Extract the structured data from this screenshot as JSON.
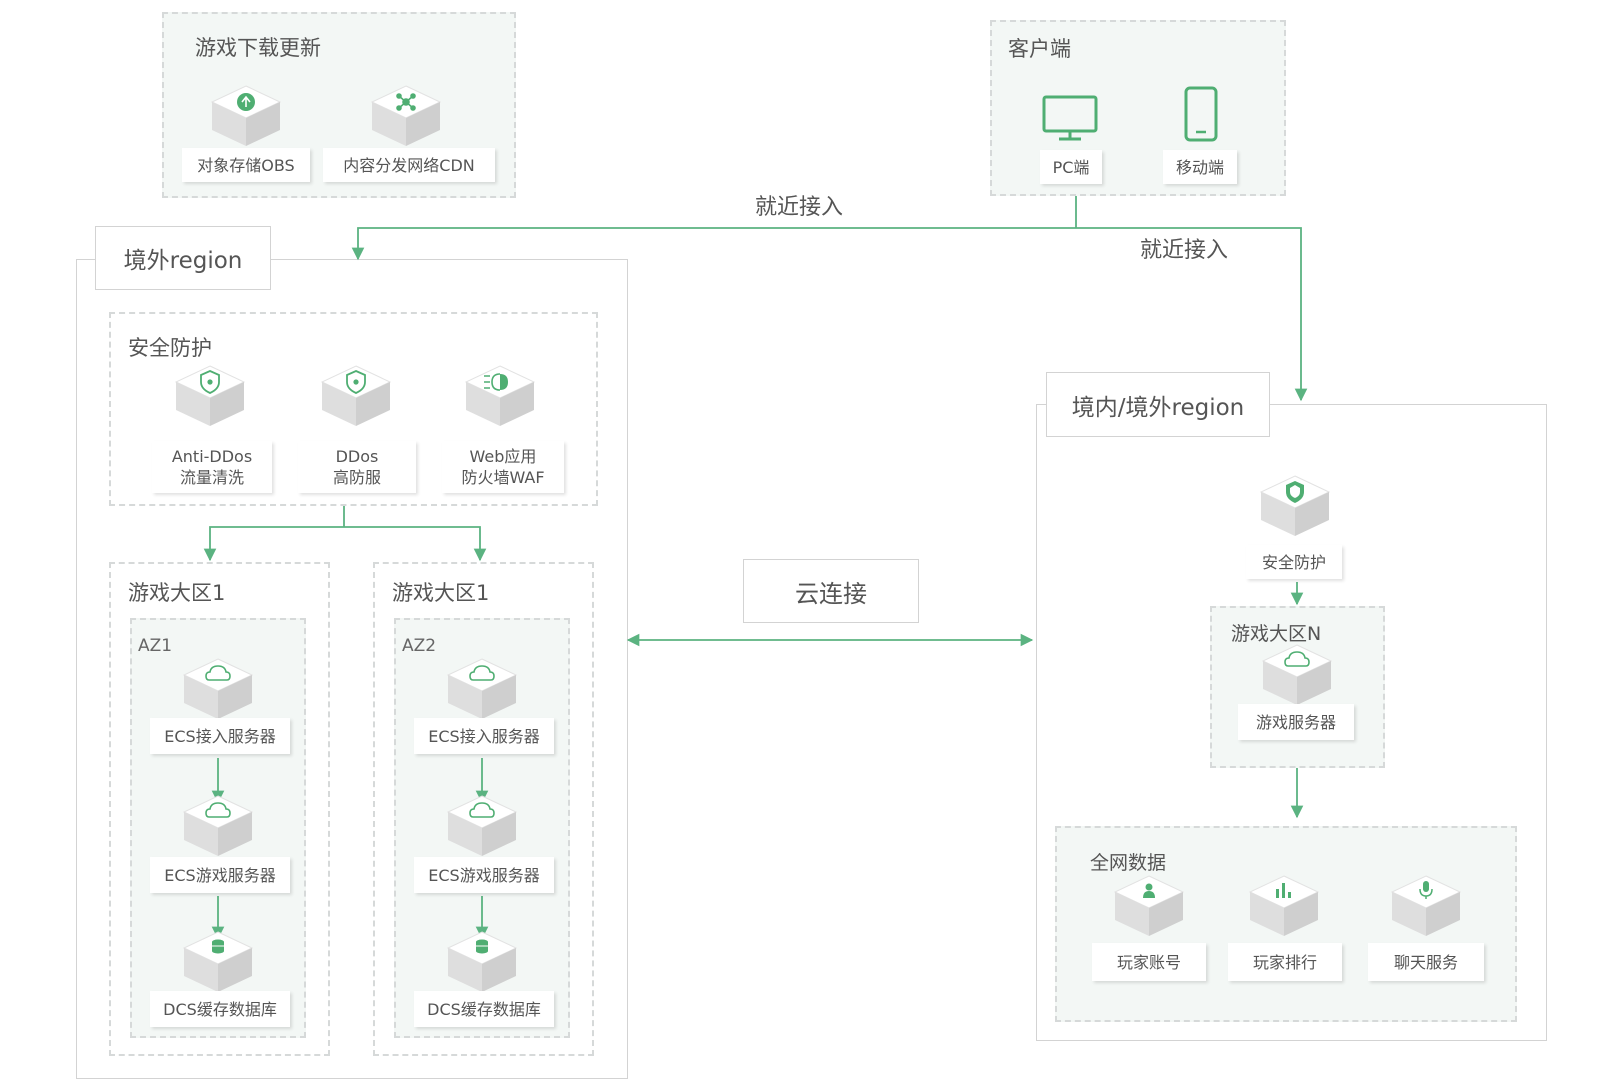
{
  "colors": {
    "accent": "#5bb381",
    "border_dashed": "#d6d9d9",
    "zone_fill": "#f3f7f5",
    "text": "#555555"
  },
  "download": {
    "title": "游戏下载更新",
    "obs_label": "对象存储OBS",
    "cdn_label": "内容分发网络CDN"
  },
  "client": {
    "title": "客户端",
    "pc_label": "PC端",
    "mobile_label": "移动端"
  },
  "edges": {
    "nearby_access_left": "就近接入",
    "nearby_access_right": "就近接入",
    "cloud_connect": "云连接"
  },
  "overseas_region": {
    "tab": "境外region",
    "security": {
      "title": "安全防护",
      "anti_ddos_line1": "Anti-DDos",
      "anti_ddos_line2": "流量清洗",
      "ddos_line1": "DDos",
      "ddos_line2": "高防服",
      "waf_line1": "Web应用",
      "waf_line2": "防火墙WAF"
    },
    "zone_left": {
      "title": "游戏大区1",
      "az": "AZ1",
      "ecs_access": "ECS接入服务器",
      "ecs_game": "ECS游戏服务器",
      "dcs": "DCS缓存数据库"
    },
    "zone_right": {
      "title": "游戏大区1",
      "az": "AZ2",
      "ecs_access": "ECS接入服务器",
      "ecs_game": "ECS游戏服务器",
      "dcs": "DCS缓存数据库"
    }
  },
  "domestic_region": {
    "tab": "境内/境外region",
    "security_label": "安全防护",
    "zone_n": {
      "title": "游戏大区N",
      "server_label": "游戏服务器"
    },
    "global_data": {
      "title": "全网数据",
      "player_account": "玩家账号",
      "player_ranking": "玩家排行",
      "chat_service": "聊天服务"
    }
  }
}
